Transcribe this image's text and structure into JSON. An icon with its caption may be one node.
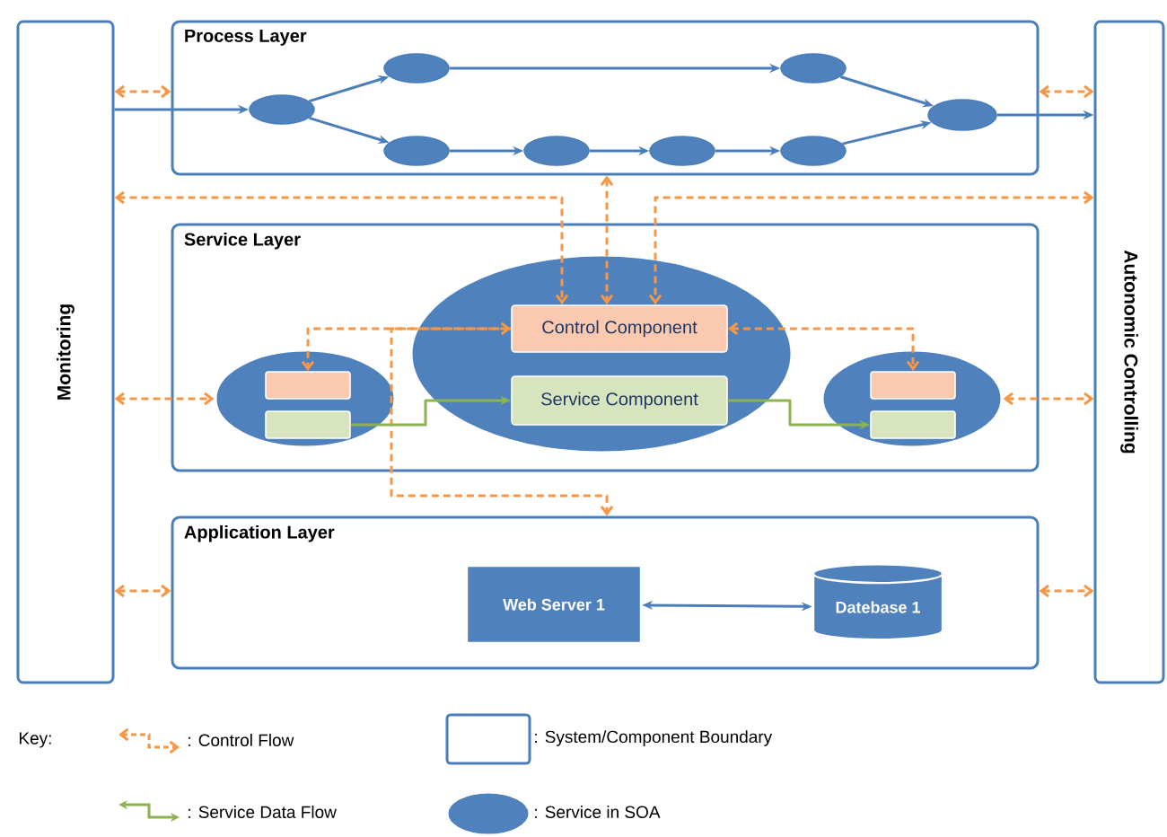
{
  "diagram": {
    "nodes": [
      {
        "text": [
          "Monitoring"
        ]
      },
      {
        "text": [
          "Autonomic Controlling"
        ]
      },
      {
        "text": [
          "Process Layer"
        ]
      },
      {
        "text": [],
        "shape": "ellipse",
        "in": 2
      },
      {
        "text": [],
        "shape": "ellipse",
        "in": 2
      },
      {
        "text": [],
        "shape": "ellipse",
        "in": 2
      },
      {
        "text": [],
        "shape": "ellipse",
        "in": 2
      },
      {
        "text": [],
        "shape": "ellipse",
        "in": 2
      },
      {
        "text": [],
        "shape": "ellipse",
        "in": 2
      },
      {
        "text": [],
        "shape": "ellipse",
        "in": 2
      },
      {
        "text": [],
        "shape": "ellipse",
        "in": 2
      },
      {
        "text": [
          "Service Layer"
        ]
      },
      {
        "text": [],
        "shape": "ellipse",
        "in": 11
      },
      {
        "text": [
          "Control Component"
        ],
        "in": 12
      },
      {
        "text": [
          "Service Component"
        ],
        "in": 12
      },
      {
        "text": [],
        "shape": "ellipse",
        "in": 11
      },
      {
        "text": [],
        "shape": "box",
        "in": 15
      },
      {
        "text": [],
        "shape": "box",
        "in": 15
      },
      {
        "text": [],
        "shape": "ellipse",
        "in": 11
      },
      {
        "text": [],
        "shape": "box",
        "in": 18
      },
      {
        "text": [],
        "shape": "box",
        "in": 18
      },
      {
        "text": [
          "Application Layer"
        ]
      },
      {
        "text": [
          "Web Server 1"
        ],
        "in": 21
      },
      {
        "text": [
          "Datebase 1"
        ],
        "in": 21
      }
    ],
    "edges": [
      {
        "from": 0,
        "to": 3,
        "arrow": "to",
        "color": "#4a7ebb"
      },
      {
        "from": 3,
        "to": 4,
        "arrow": "to",
        "color": "#4a7ebb"
      },
      {
        "from": 3,
        "to": 6,
        "arrow": "to",
        "color": "#4a7ebb"
      },
      {
        "from": 4,
        "to": 5,
        "arrow": "to",
        "color": "#4a7ebb"
      },
      {
        "from": 5,
        "to": 10,
        "arrow": "to",
        "color": "#4a7ebb"
      },
      {
        "from": 6,
        "to": 7,
        "arrow": "to",
        "color": "#4a7ebb"
      },
      {
        "from": 7,
        "to": 8,
        "arrow": "to",
        "color": "#4a7ebb"
      },
      {
        "from": 8,
        "to": 9,
        "arrow": "to",
        "color": "#4a7ebb"
      },
      {
        "from": 9,
        "to": 10,
        "arrow": "to",
        "color": "#4a7ebb"
      },
      {
        "from": 10,
        "to": 1,
        "arrow": "to",
        "color": "#4a7ebb"
      },
      {
        "from": 0,
        "to": 2,
        "arrow": "both",
        "style": "dashed",
        "color": "#f79646"
      },
      {
        "from": 2,
        "to": 1,
        "arrow": "both",
        "style": "dashed",
        "color": "#f79646"
      },
      {
        "from": 0,
        "to": 13,
        "arrow": "both",
        "style": "dashed",
        "color": "#f79646"
      },
      {
        "from": 2,
        "to": 13,
        "arrow": "both",
        "style": "dashed",
        "color": "#f79646"
      },
      {
        "from": 1,
        "to": 13,
        "arrow": "both",
        "style": "dashed",
        "color": "#f79646"
      },
      {
        "from": 0,
        "to": 15,
        "arrow": "both",
        "style": "dashed",
        "color": "#f79646"
      },
      {
        "from": 18,
        "to": 1,
        "arrow": "both",
        "style": "dashed",
        "color": "#f79646"
      },
      {
        "from": 13,
        "to": 16,
        "arrow": "both",
        "style": "dashed",
        "color": "#f79646"
      },
      {
        "from": 13,
        "to": 19,
        "arrow": "both",
        "style": "dashed",
        "color": "#f79646"
      },
      {
        "from": 13,
        "to": 21,
        "arrow": "to",
        "style": "dashed",
        "color": "#f79646"
      },
      {
        "from": 0,
        "to": 21,
        "arrow": "both",
        "style": "dashed",
        "color": "#f79646"
      },
      {
        "from": 21,
        "to": 1,
        "arrow": "both",
        "style": "dashed",
        "color": "#f79646"
      },
      {
        "from": 17,
        "to": 14,
        "arrow": "to",
        "color": "#8cb350"
      },
      {
        "from": 14,
        "to": 20,
        "arrow": "to",
        "color": "#8cb350"
      },
      {
        "from": 22,
        "to": 23,
        "arrow": "both",
        "color": "#4a7ebb"
      }
    ],
    "labels": [
      "Key:"
    ],
    "legend": [
      {
        "text": ": Control Flow"
      },
      {
        "text": ": System/Component Boundary"
      },
      {
        "text": ": Service Data Flow"
      },
      {
        "text": ": Service in SOA"
      }
    ]
  }
}
